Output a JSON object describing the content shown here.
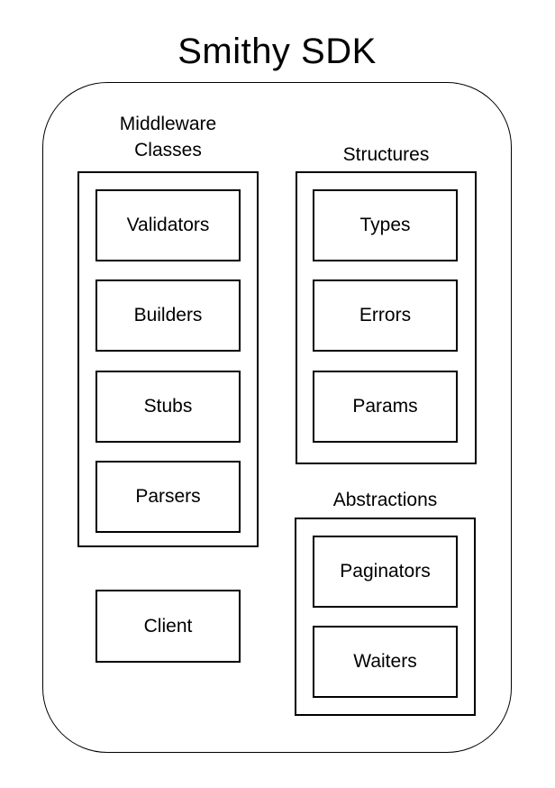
{
  "title": "Smithy SDK",
  "colors": {
    "stroke": "#000000",
    "background": "#ffffff"
  },
  "groups": {
    "middleware": {
      "label": "Middleware\nClasses",
      "items": [
        "Validators",
        "Builders",
        "Stubs",
        "Parsers"
      ]
    },
    "structures": {
      "label": "Structures",
      "items": [
        "Types",
        "Errors",
        "Params"
      ]
    },
    "abstractions": {
      "label": "Abstractions",
      "items": [
        "Paginators",
        "Waiters"
      ]
    }
  },
  "client": {
    "label": "Client"
  }
}
